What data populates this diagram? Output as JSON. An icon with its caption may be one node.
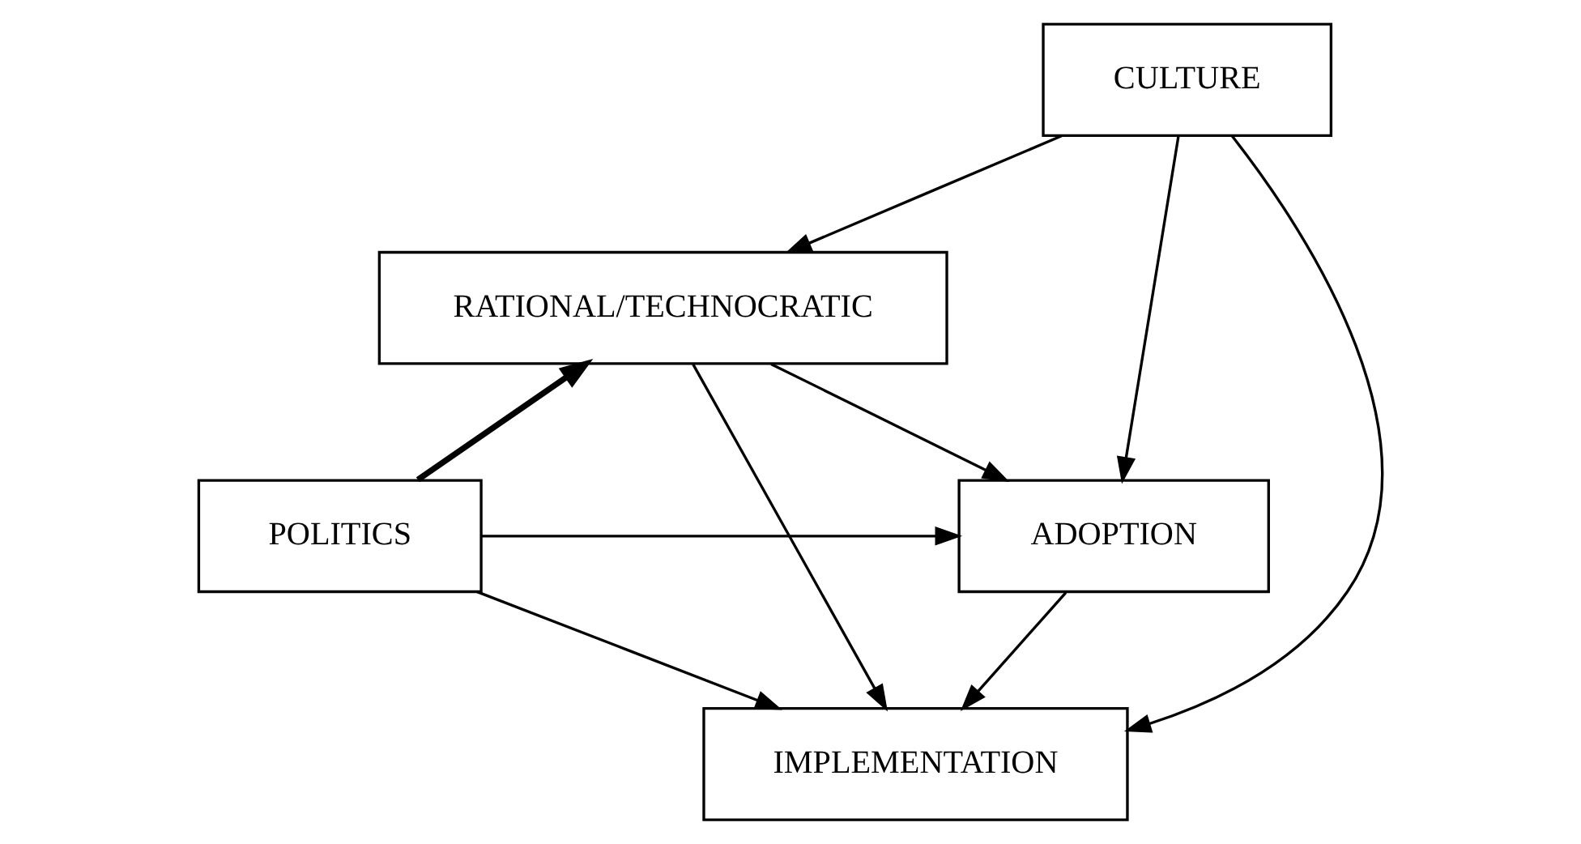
{
  "diagram": {
    "nodes": [
      {
        "text": [
          "RATIONAL/TECHNOCRATIC"
        ]
      },
      {
        "text": [
          "ADOPTION"
        ]
      },
      {
        "text": [
          "POLITICS"
        ]
      },
      {
        "text": [
          "IMPLEMENTATION"
        ]
      },
      {
        "text": [
          "CULTURE"
        ]
      }
    ],
    "edges": [
      {
        "from": 0,
        "to": 1,
        "arrow": "to"
      },
      {
        "from": 0,
        "to": 3,
        "arrow": "to"
      },
      {
        "from": 1,
        "to": 3,
        "arrow": "to"
      },
      {
        "from": 2,
        "to": 0,
        "arrow": "to",
        "style": "thick"
      },
      {
        "from": 2,
        "to": 1,
        "arrow": "to"
      },
      {
        "from": 2,
        "to": 3,
        "arrow": "to"
      },
      {
        "from": 4,
        "to": 0,
        "arrow": "to"
      },
      {
        "from": 4,
        "to": 1,
        "arrow": "to"
      },
      {
        "from": 4,
        "to": 3,
        "arrow": "to"
      }
    ]
  }
}
